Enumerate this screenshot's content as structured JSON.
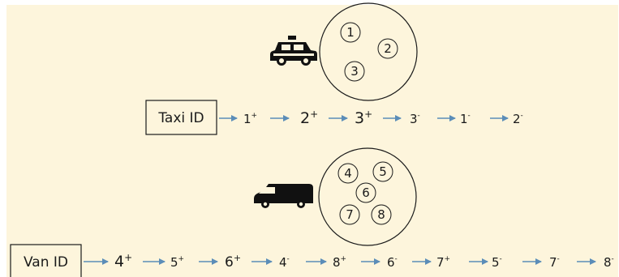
{
  "colors": {
    "background": "#fdf5dc",
    "arrow": "#5b8db8",
    "ink": "#1a1a1a"
  },
  "taxi": {
    "vehicle_icon": "taxi-icon",
    "label": "Taxi ID",
    "passengers": [
      "1",
      "2",
      "3"
    ],
    "sequence": [
      {
        "id": "1",
        "sign": "+"
      },
      {
        "id": "2",
        "sign": "+"
      },
      {
        "id": "3",
        "sign": "+"
      },
      {
        "id": "3",
        "sign": "-"
      },
      {
        "id": "1",
        "sign": "-"
      },
      {
        "id": "2",
        "sign": "-"
      }
    ]
  },
  "van": {
    "vehicle_icon": "van-icon",
    "label": "Van ID",
    "passengers": [
      "4",
      "5",
      "6",
      "7",
      "8"
    ],
    "sequence": [
      {
        "id": "4",
        "sign": "+"
      },
      {
        "id": "5",
        "sign": "+"
      },
      {
        "id": "6",
        "sign": "+"
      },
      {
        "id": "4",
        "sign": "-"
      },
      {
        "id": "8",
        "sign": "+"
      },
      {
        "id": "6",
        "sign": "-"
      },
      {
        "id": "7",
        "sign": "+"
      },
      {
        "id": "5",
        "sign": "-"
      },
      {
        "id": "7",
        "sign": "-"
      },
      {
        "id": "8",
        "sign": "-"
      }
    ]
  }
}
